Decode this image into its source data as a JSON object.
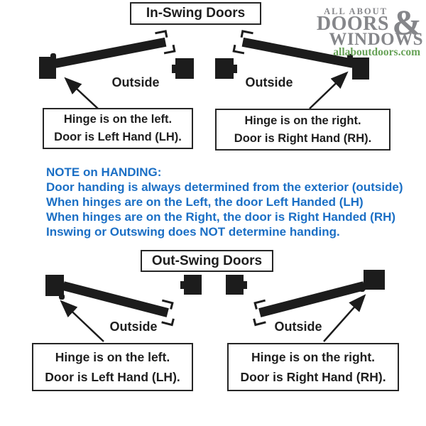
{
  "inswing": {
    "title": "In-Swing Doors"
  },
  "outswing": {
    "title": "Out-Swing Doors"
  },
  "logo": {
    "line1": "ALL ABOUT",
    "line2": "DOORS",
    "amp": "&",
    "line3": "WINDOWS",
    "site": "allaboutdoors.com"
  },
  "labels": {
    "outside": "Outside"
  },
  "left_box": {
    "line1": "Hinge is on the left.",
    "line2": "Door is Left Hand (LH)."
  },
  "right_box": {
    "line1": "Hinge is on the right.",
    "line2": "Door is Right Hand (RH)."
  },
  "note": {
    "lines": [
      "NOTE on HANDING:",
      "Door handing is always determined from the exterior (outside)",
      "When hinges are on the Left, the door Left Handed (LH)",
      "When hinges are on the Right, the door is Right Handed (RH)",
      "Inswing or Outswing does NOT determine handing."
    ]
  },
  "colors": {
    "note_blue": "#1b6fc5",
    "logo_gray": "#85868a",
    "logo_green": "#67a257",
    "diagram_black": "#1c1c1c"
  }
}
